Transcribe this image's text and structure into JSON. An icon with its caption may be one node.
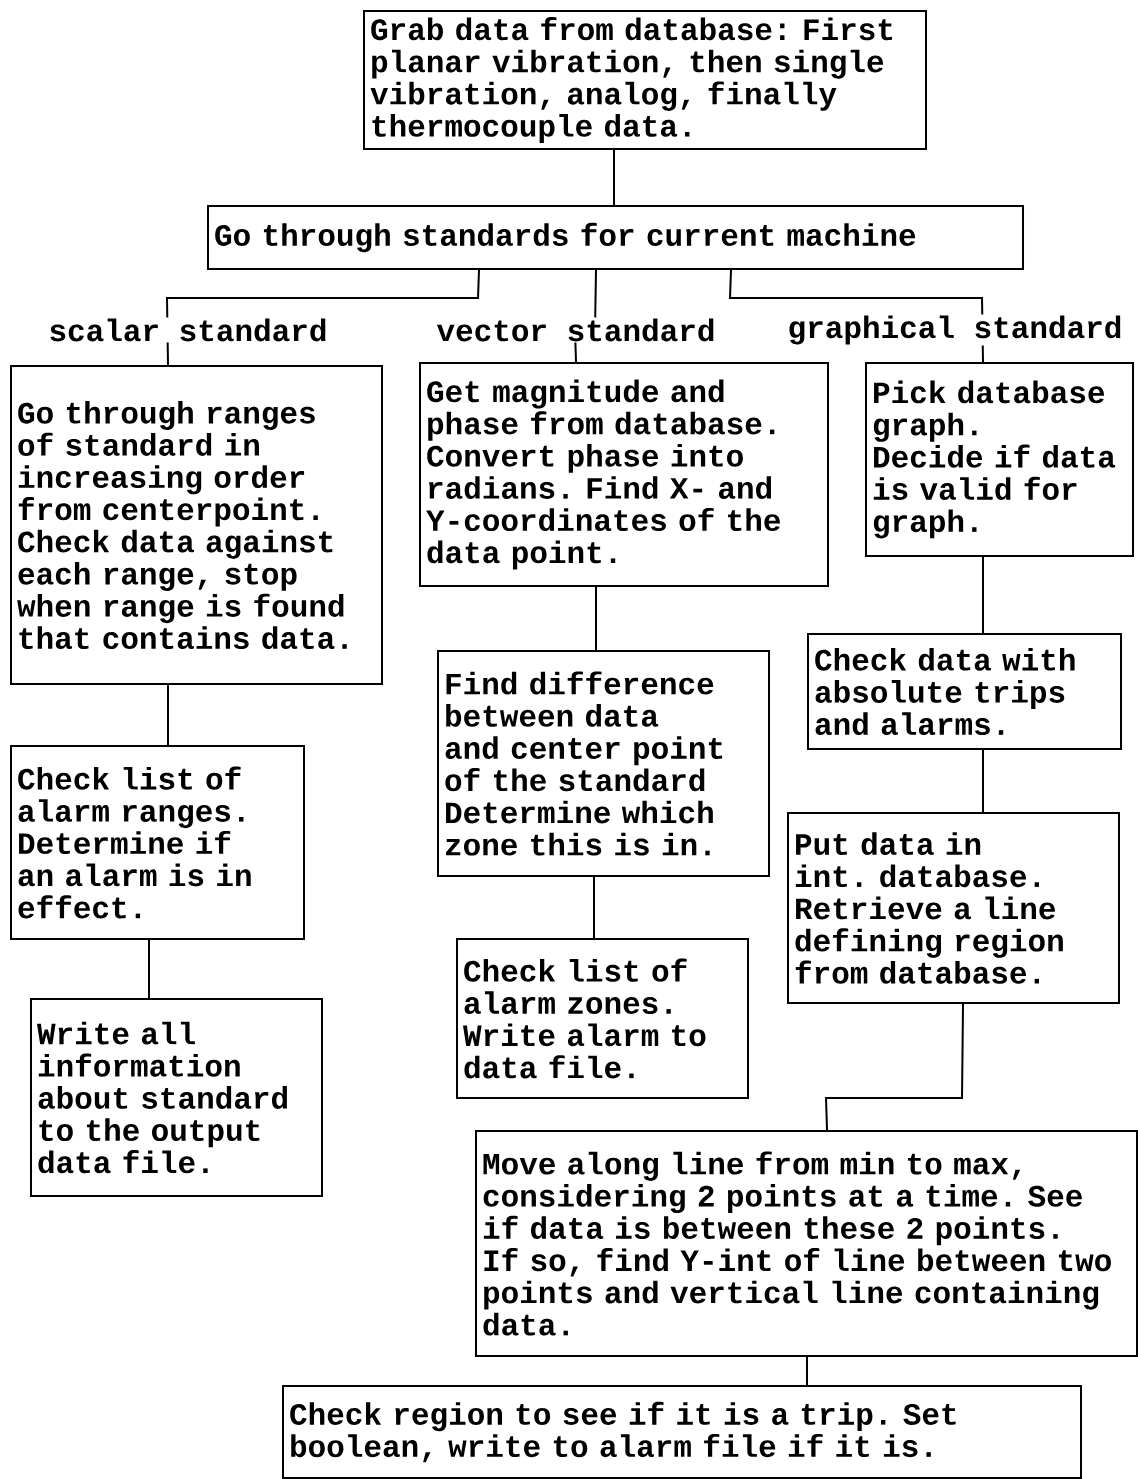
{
  "diagram": {
    "nodes": [
      {
        "text": [
          "Grab data from database: First planar vibration, then single vibration, analog, finally thermocouple data."
        ]
      },
      {
        "text": [
          "Go through standards for current machine"
        ]
      },
      {
        "text": [
          "Go through ranges of standard in increasing order from centerpoint. Check data against each range, stop when range is found that contains data."
        ]
      },
      {
        "text": [
          "Get magnitude and phase from database. Convert phase into radians. Find X- and Y-coordinates of the data point."
        ]
      },
      {
        "text": [
          "Pick database graph.",
          "Decide if data is valid for graph."
        ]
      },
      {
        "text": [
          "Check list of alarm ranges. Determine if an alarm is in effect."
        ]
      },
      {
        "text": [
          "Write all information about standard to the output data file."
        ]
      },
      {
        "text": [
          "Find difference between data and center point of the standard Determine which zone this is in."
        ]
      },
      {
        "text": [
          "Check list of alarm zones. Write alarm to data file."
        ]
      },
      {
        "text": [
          "Check data with absolute trips and alarms."
        ]
      },
      {
        "text": [
          "Put data in int. database. Retrieve a line defining region from database."
        ]
      },
      {
        "text": [
          "Move along line from min to max, considering 2 points at a time. See if data is between these 2 points. If so, find Y-int of line between two points and vertical line containing data."
        ]
      },
      {
        "text": [
          "Check region to see if it is a trip. Set boolean, write to alarm file if it is."
        ]
      }
    ],
    "edges": [
      {
        "from": 0,
        "to": 1,
        "arrow": "none"
      },
      {
        "from": 1,
        "to": 2,
        "arrow": "none",
        "label": "scalar standard"
      },
      {
        "from": 1,
        "to": 3,
        "arrow": "none",
        "label": "vector standard"
      },
      {
        "from": 1,
        "to": 4,
        "arrow": "none",
        "label": "graphical standard"
      },
      {
        "from": 2,
        "to": 5,
        "arrow": "none"
      },
      {
        "from": 5,
        "to": 6,
        "arrow": "none"
      },
      {
        "from": 3,
        "to": 7,
        "arrow": "none"
      },
      {
        "from": 7,
        "to": 8,
        "arrow": "none"
      },
      {
        "from": 4,
        "to": 9,
        "arrow": "none"
      },
      {
        "from": 9,
        "to": 10,
        "arrow": "none"
      },
      {
        "from": 10,
        "to": 11,
        "arrow": "none"
      },
      {
        "from": 11,
        "to": 12,
        "arrow": "none"
      }
    ]
  }
}
